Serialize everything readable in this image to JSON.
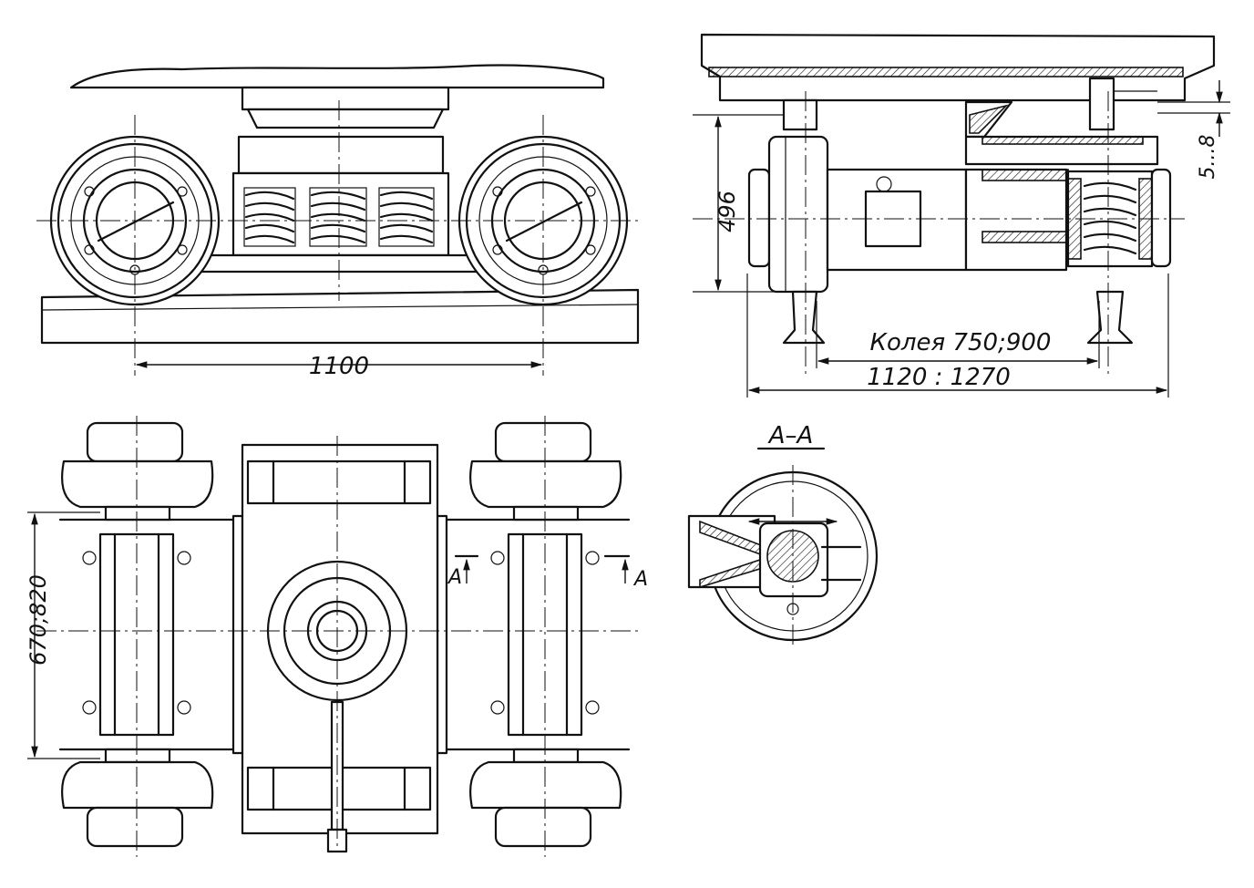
{
  "dimensions": {
    "wheelbase": "1100",
    "height": "496",
    "gauge": "Колея 750;900",
    "overall_width": "1120 : 1270",
    "clearance": "5...8",
    "track_width": "670;820"
  },
  "section": {
    "title": "А–А",
    "mark_left": "А",
    "mark_right": "А"
  }
}
